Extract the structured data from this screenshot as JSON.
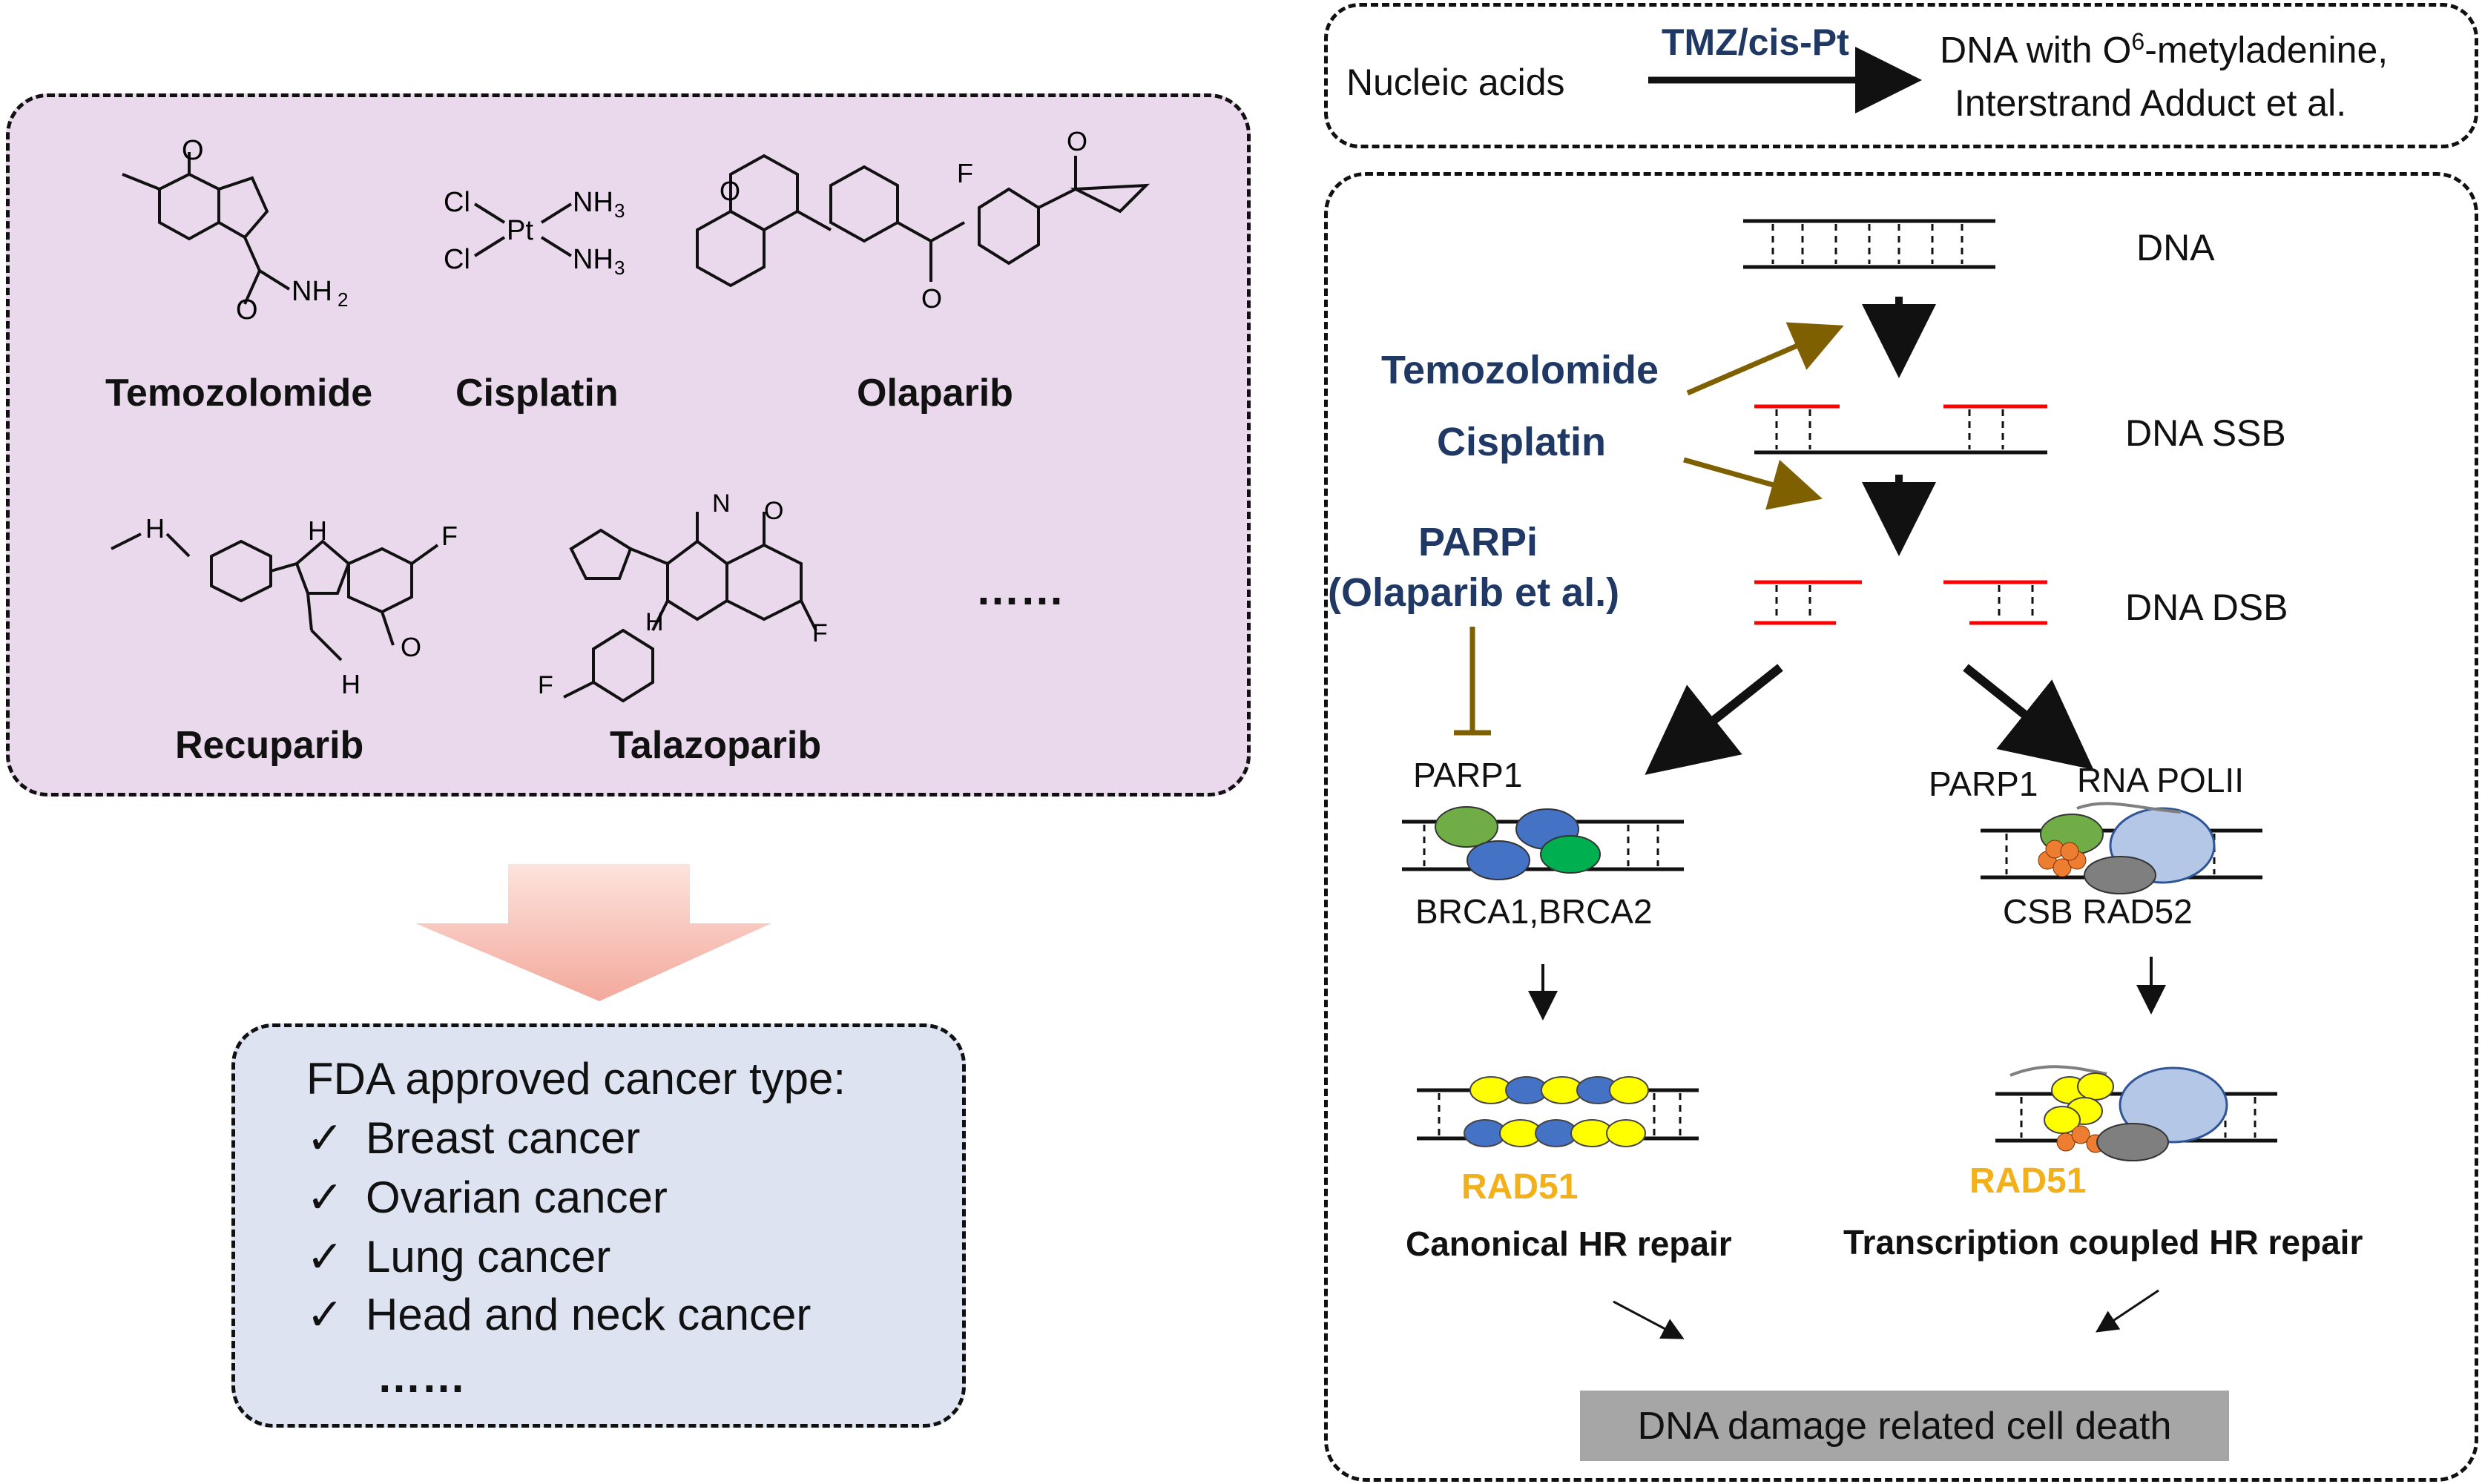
{
  "drugs": [
    {
      "name": "Temozolomide",
      "structure": "temozolomide-structure"
    },
    {
      "name": "Cisplatin",
      "structure": "cisplatin-structure"
    },
    {
      "name": "Olaparib",
      "structure": "olaparib-structure"
    },
    {
      "name": "Recuparib",
      "structure": "recuparib-structure"
    },
    {
      "name": "Talazoparib",
      "structure": "talazoparib-structure"
    }
  ],
  "structure_labels": {
    "cl": "Cl",
    "pt": "Pt",
    "nh3": "NH",
    "nh3_sub": "3",
    "nh2": "NH",
    "nh2_sub": "2",
    "o": "O",
    "n": "N",
    "h": "H",
    "nh": "NH",
    "f": "F"
  },
  "more_drugs": "……",
  "fda": {
    "title": "FDA approved cancer type:",
    "check_symbol": "✓",
    "items": [
      "Breast cancer",
      "Ovarian cancer",
      "Lung cancer",
      "Head and neck cancer"
    ],
    "more": "……"
  },
  "reaction": {
    "reactant": "Nucleic acids",
    "agent": "TMZ/cis-Pt",
    "product_line1_pre": "DNA with O",
    "product_line1_sup": "6",
    "product_line1_post": "-metyladenine,",
    "product_line2": "Interstrand Adduct et al."
  },
  "pathway": {
    "dna": "DNA",
    "dna_ssb": "DNA SSB",
    "dna_dsb": "DNA DSB",
    "temozolomide": "Temozolomide",
    "cisplatin": "Cisplatin",
    "parpi_line1": "PARPi",
    "parpi_line2": "(Olaparib et al.)",
    "left_parp1": "PARP1",
    "left_brca": "BRCA1,BRCA2",
    "right_parp1": "PARP1",
    "right_rnapol": "RNA POLII",
    "right_csb_rad52": "CSB RAD52",
    "rad51_left": "RAD51",
    "rad51_right": "RAD51",
    "canonical_repair": "Canonical HR repair",
    "tc_repair": "Transcription coupled HR repair",
    "cell_death": "DNA damage related cell death"
  },
  "colors": {
    "drug_panel_bg": "#ead9ec",
    "fda_panel_bg": "#dde3f1",
    "big_arrow": "#f3a99c",
    "drug_arrow": "#7f6000",
    "dna_break": "#ff0000",
    "parp1_green": "#70ad47",
    "brca_blue": "#4472c4",
    "brca_green": "#00b050",
    "rad51_yellow": "#ffff00",
    "rad51_label": "#f2b01a",
    "rad52_orange": "#ed7d31",
    "rnapol_blue": "#b4c7e7",
    "csb_gray": "#7f7f7f",
    "death_bg": "#a6a6a6",
    "navy_text": "#1f3864"
  }
}
